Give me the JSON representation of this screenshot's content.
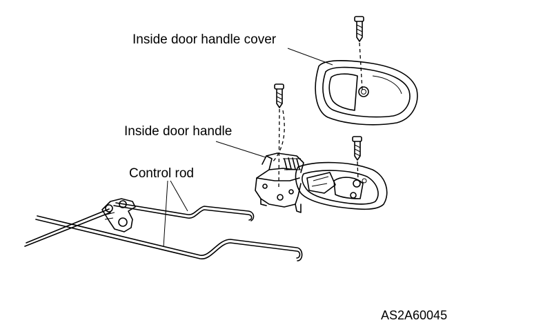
{
  "labels": {
    "cover": "Inside door handle cover",
    "handle": "Inside door handle",
    "rod": "Control rod"
  },
  "figure_code": "AS2A60045"
}
